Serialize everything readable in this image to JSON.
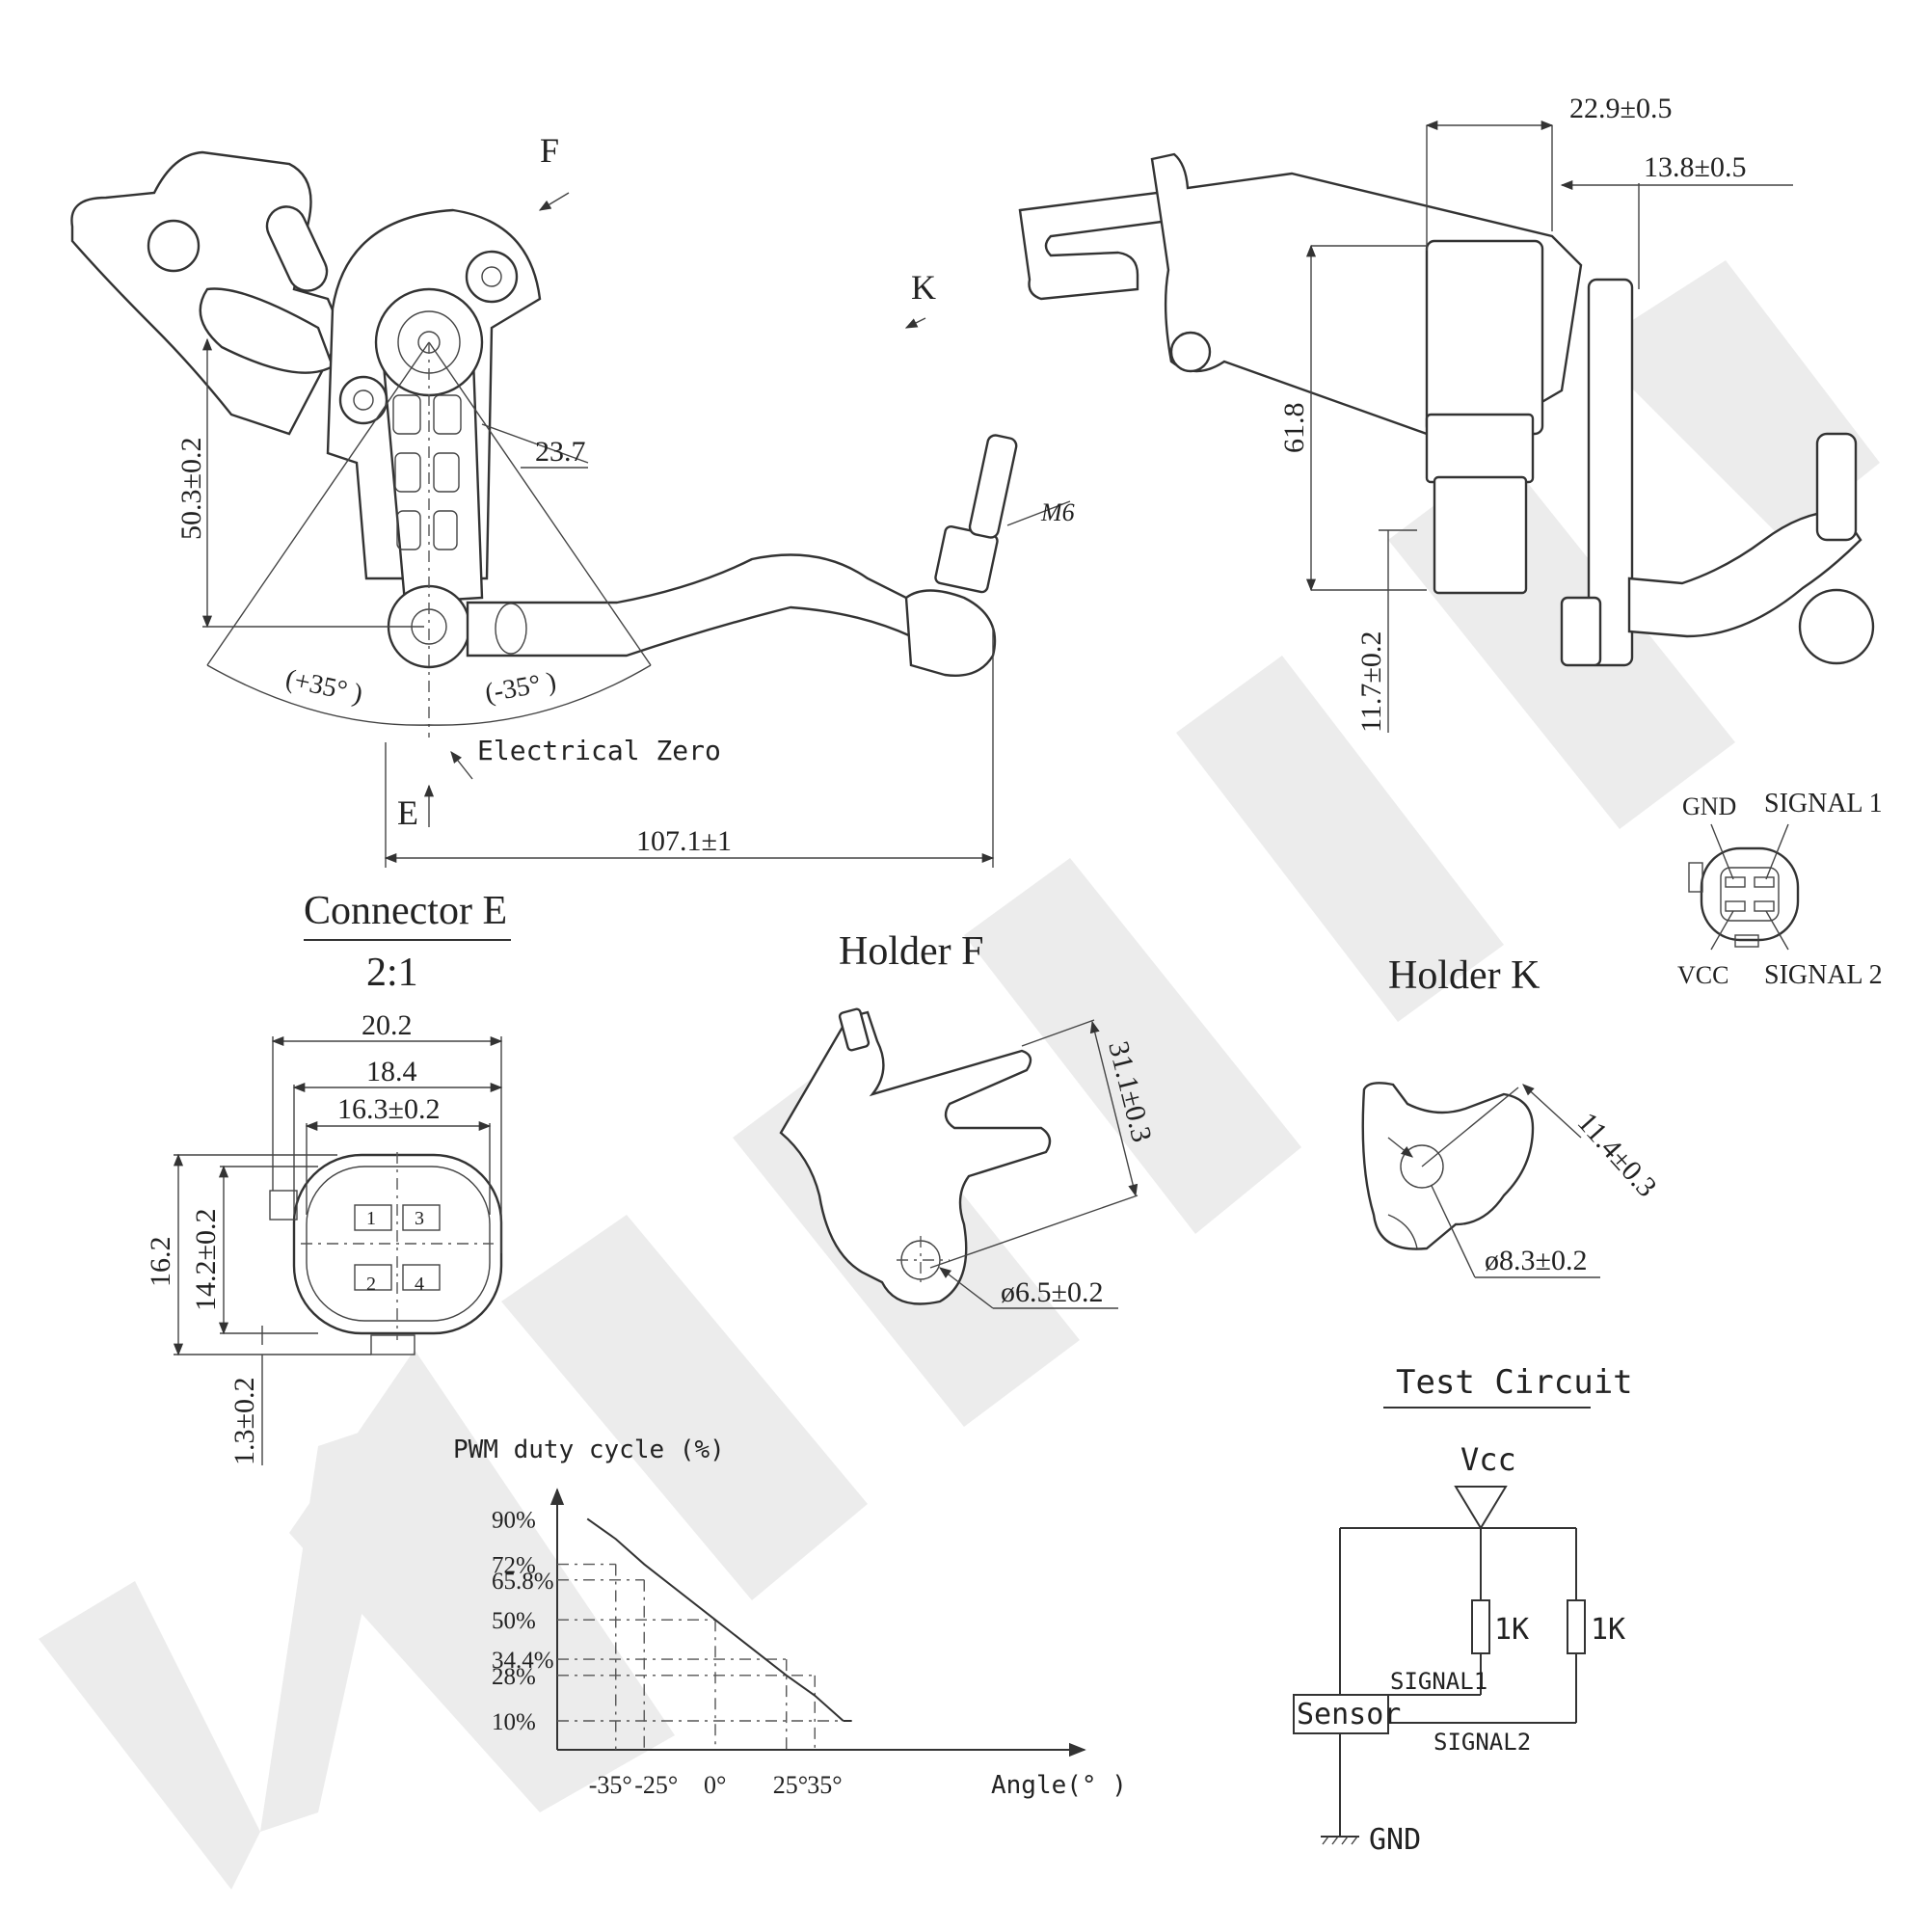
{
  "watermark": "YEENNEX",
  "main_view": {
    "view_f": "F",
    "view_k": "K",
    "view_e": "E",
    "dim_height": "50.3±0.2",
    "dim_radius": "23.7",
    "thread": "M6",
    "angle_pos": "(+35° )",
    "angle_neg": "(-35° )",
    "electrical_zero": "Electrical Zero",
    "dim_length": "107.1±1"
  },
  "side_view": {
    "dim_a": "22.9±0.5",
    "dim_b": "13.8±0.5",
    "dim_height": "61.8",
    "dim_low": "11.7±0.2"
  },
  "connector_e": {
    "title": "Connector E",
    "scale": "2:1",
    "dim_w1": "20.2",
    "dim_w2": "18.4",
    "dim_w3": "16.3±0.2",
    "dim_h1": "16.2",
    "dim_h2": "14.2±0.2",
    "dim_h3": "1.3±0.2",
    "pins": [
      "1",
      "3",
      "2",
      "4"
    ]
  },
  "holder_f": {
    "title": "Holder F",
    "dim_len": "31.1±0.3",
    "dim_hole": "ø6.5±0.2"
  },
  "holder_k": {
    "title": "Holder K",
    "dim_len": "11.4±0.3",
    "dim_hole": "ø8.3±0.2"
  },
  "pinout": {
    "gnd": "GND",
    "signal1": "SIGNAL 1",
    "vcc": "VCC",
    "signal2": "SIGNAL 2"
  },
  "test_circuit": {
    "title": "Test Circuit",
    "vcc": "Vcc",
    "r1": "1K",
    "r2": "1K",
    "sensor": "Sensor",
    "signal1": "SIGNAL1",
    "signal2": "SIGNAL2",
    "gnd": "GND"
  },
  "chart_data": {
    "type": "line",
    "title": "PWM duty cycle (%)",
    "xlabel": "Angle(° )",
    "ylabel": "PWM duty cycle (%)",
    "x_ticks": [
      "-35°",
      "-25°",
      "0°",
      "25°",
      "35°"
    ],
    "y_ticks": [
      "90%",
      "72%",
      "65.8%",
      "50%",
      "34.4%",
      "28%",
      "10%"
    ],
    "series": [
      {
        "x": [
          -45,
          -35,
          -25,
          0,
          25,
          35,
          45
        ],
        "y": [
          90,
          82,
          72,
          50,
          28,
          20,
          10
        ]
      }
    ],
    "reference_points": [
      {
        "x": -35,
        "y": 72
      },
      {
        "x": -25,
        "y": 65.8
      },
      {
        "x": 0,
        "y": 50
      },
      {
        "x": 25,
        "y": 34.4
      },
      {
        "x": 35,
        "y": 28
      }
    ],
    "grid": "dashed guides"
  }
}
